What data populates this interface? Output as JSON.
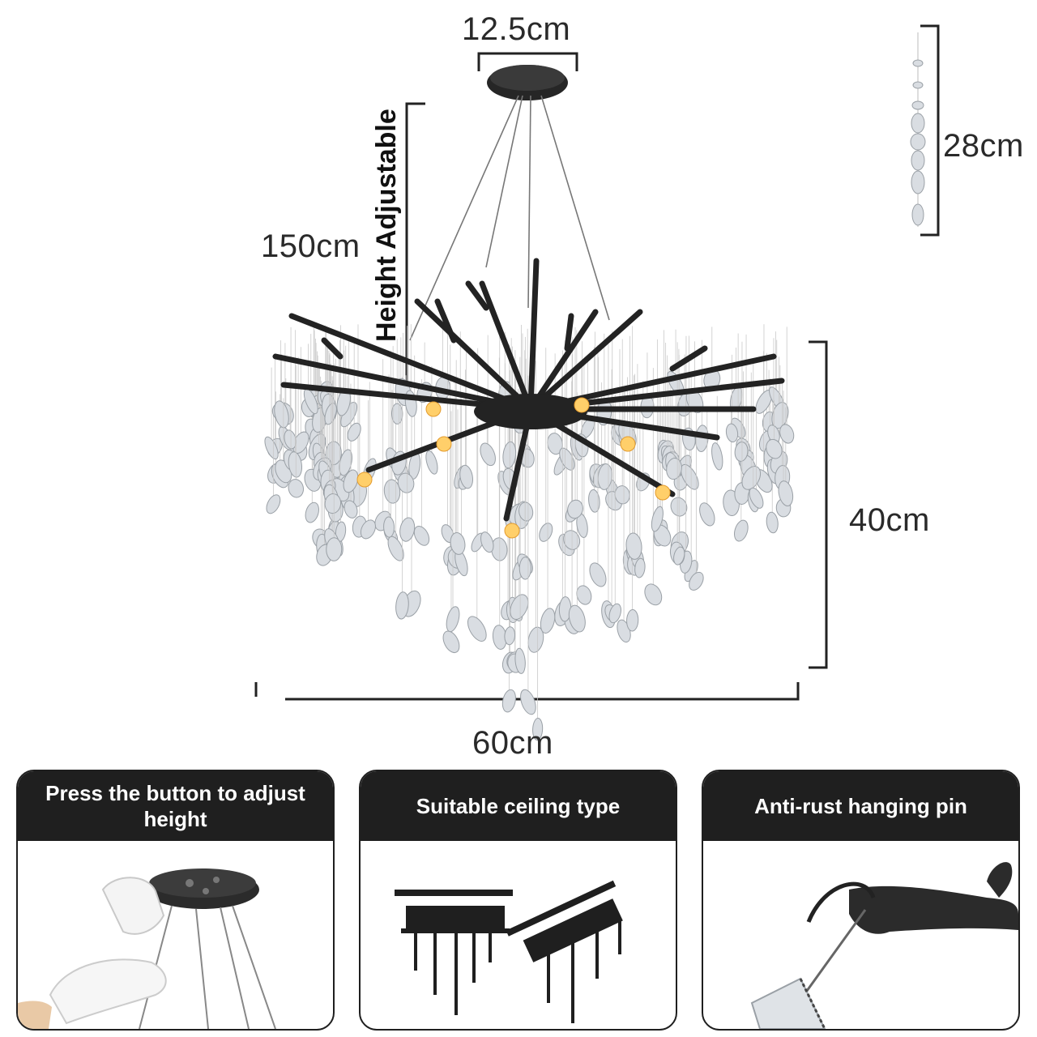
{
  "dimensions": {
    "canopy_width": "12.5cm",
    "cable_length": "150cm",
    "height_label": "Height Adjustable",
    "body_height": "40cm",
    "body_width": "60cm",
    "pendant_length": "28cm"
  },
  "features": [
    {
      "title": "Press the button to adjust height",
      "icon": "canopy-hand-icon"
    },
    {
      "title": "Suitable ceiling type",
      "icon": "ceiling-type-icon"
    },
    {
      "title": "Anti-rust hanging pin",
      "icon": "hanging-pin-icon"
    }
  ],
  "colors": {
    "frame": "#1f1f1f",
    "branch": "#232323",
    "crystal": "#d9dde2",
    "bulb": "#ffcf6a"
  }
}
